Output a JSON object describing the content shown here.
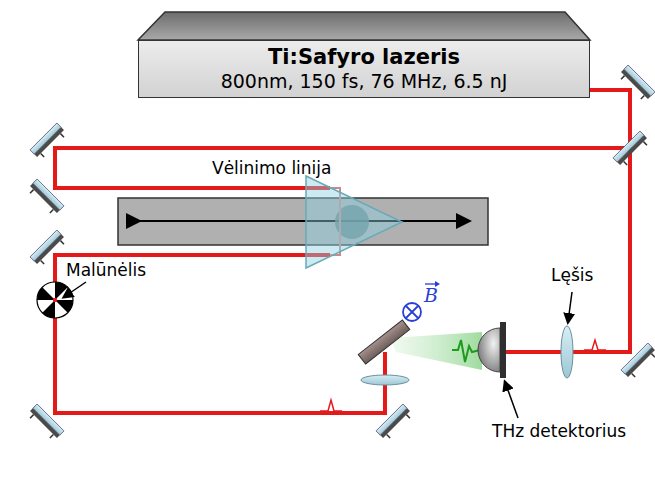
{
  "diagram": {
    "nodes": [
      {
        "text": [
          "Ti:Safyro lazeris",
          "800nm, 150 fs, 76 MHz, 6.5 nJ"
        ]
      }
    ],
    "labels": [
      "Vėlinimo linija",
      "Malūnėlis",
      "Lęšis",
      "THz detektorius",
      "B"
    ]
  }
}
